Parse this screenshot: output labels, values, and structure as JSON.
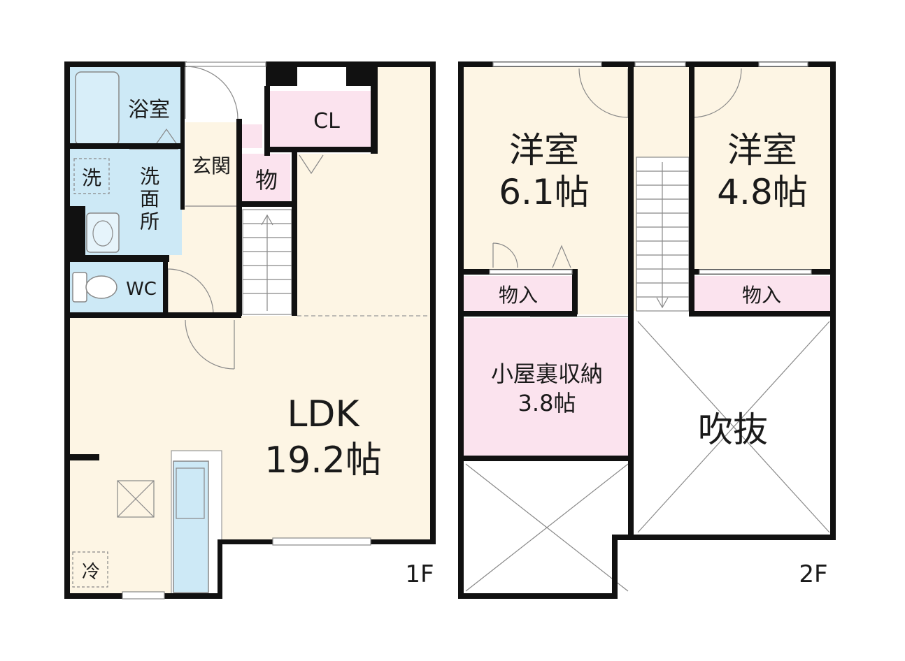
{
  "floors": {
    "first": {
      "label": "1F",
      "rooms": {
        "bath": "浴室",
        "washer": "洗",
        "washroom": "洗\n面\n所",
        "entrance": "玄関",
        "closet": "CL",
        "storage": "物",
        "toilet": "WC",
        "fridge": "冷",
        "ldk_name": "LDK",
        "ldk_size": "19.2帖"
      }
    },
    "second": {
      "label": "2F",
      "rooms": {
        "western_a_name": "洋室",
        "western_a_size": "6.1帖",
        "western_b_name": "洋室",
        "western_b_size": "4.8帖",
        "closet_a": "物入",
        "closet_b": "物入",
        "attic_name": "小屋裏収納",
        "attic_size": "3.8帖",
        "void": "吹抜"
      }
    }
  },
  "colors": {
    "wall": "#111111",
    "floor_wood": "#fdf5e4",
    "wet_area": "#cde9f6",
    "storage": "#fbe3ee",
    "outline": "#777777"
  }
}
